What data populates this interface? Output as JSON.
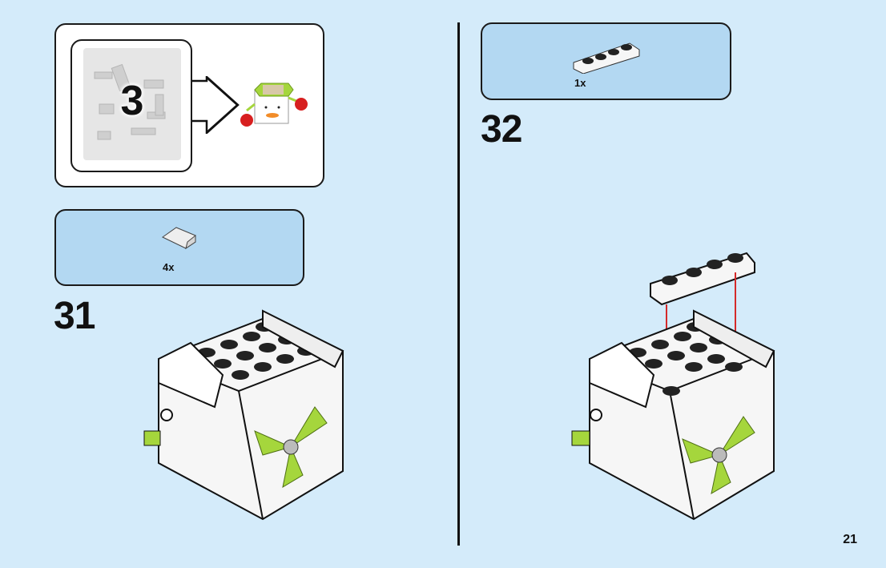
{
  "page": {
    "number": "21",
    "background_color": "#d4ebfa"
  },
  "bag_callout": {
    "bag_number": "3",
    "arrow_icon": "outline-arrow-right-icon",
    "result_model": "green-white-cube-figure-with-red-hands"
  },
  "steps": [
    {
      "number": "31",
      "parts": [
        {
          "name": "white-slope-1x1",
          "quantity": "4x"
        }
      ]
    },
    {
      "number": "32",
      "parts": [
        {
          "name": "white-plate-1x4",
          "quantity": "1x"
        }
      ]
    }
  ],
  "colors": {
    "parts_box": "#b3d8f2",
    "lime": "#a5d63c",
    "red_arrow": "#d42a2a",
    "brick_white": "#f4f4f4"
  }
}
